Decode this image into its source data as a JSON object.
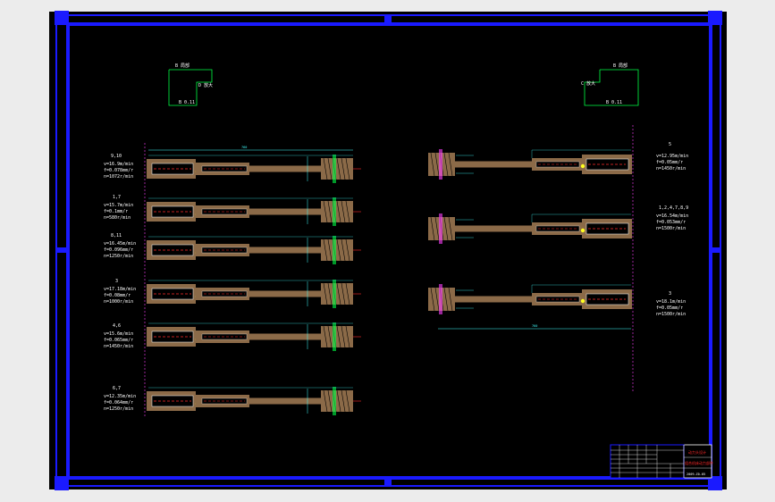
{
  "colors": {
    "paper": "#000000",
    "frame": "#1a1aff",
    "rod": "#8b6a48",
    "cyan": "#40ffff",
    "green": "#00ff44",
    "red": "#ff2a2a",
    "yellow": "#ffff20",
    "white": "#ffffff",
    "magenta": "#ff40ff"
  },
  "left_cylinders": [
    {
      "label": "9,10",
      "lines": [
        "v=16.9m/min",
        "f=0.078mm/r",
        "n=1072r/min"
      ]
    },
    {
      "label": "1,7",
      "lines": [
        "v=15.7m/min",
        "f=0.1mm/r",
        "n=580r/min"
      ]
    },
    {
      "label": "8,11",
      "lines": [
        "v=16.45m/min",
        "f=0.096mm/r",
        "n=1250r/min"
      ]
    },
    {
      "label": "3",
      "lines": [
        "v=17.18m/min",
        "f=0.08mm/r",
        "n=1000r/min"
      ]
    },
    {
      "label": "4,6",
      "lines": [
        "v=15.6m/min",
        "f=0.065mm/r",
        "n=1450r/min"
      ]
    },
    {
      "label": "6,7",
      "lines": [
        "v=12.35m/min",
        "f=0.064mm/r",
        "n=1250r/min"
      ]
    }
  ],
  "right_cylinders": [
    {
      "label": "5",
      "lines": [
        "v=12.95m/min",
        "f=0.05mm/r",
        "n=1450r/min"
      ]
    },
    {
      "label": "1,2,4,7,8,9",
      "lines": [
        "v=16.54m/min",
        "f=0.053mm/r",
        "n=1500r/min"
      ]
    },
    {
      "label": "3",
      "lines": [
        "v=18.1m/min",
        "f=0.05mm/r",
        "n=1500r/min"
      ]
    }
  ],
  "detail_views": {
    "left": {
      "top": "B 局部",
      "mid": "D 放大",
      "bottom": "B 0.11"
    },
    "right": {
      "top": "B 局部",
      "mid": "C 放大",
      "bottom": "B 0.11"
    }
  },
  "title_block": {
    "title": "动力头设计",
    "subtitle": "组合机床动力部件",
    "code": "2009-Z0-05"
  }
}
